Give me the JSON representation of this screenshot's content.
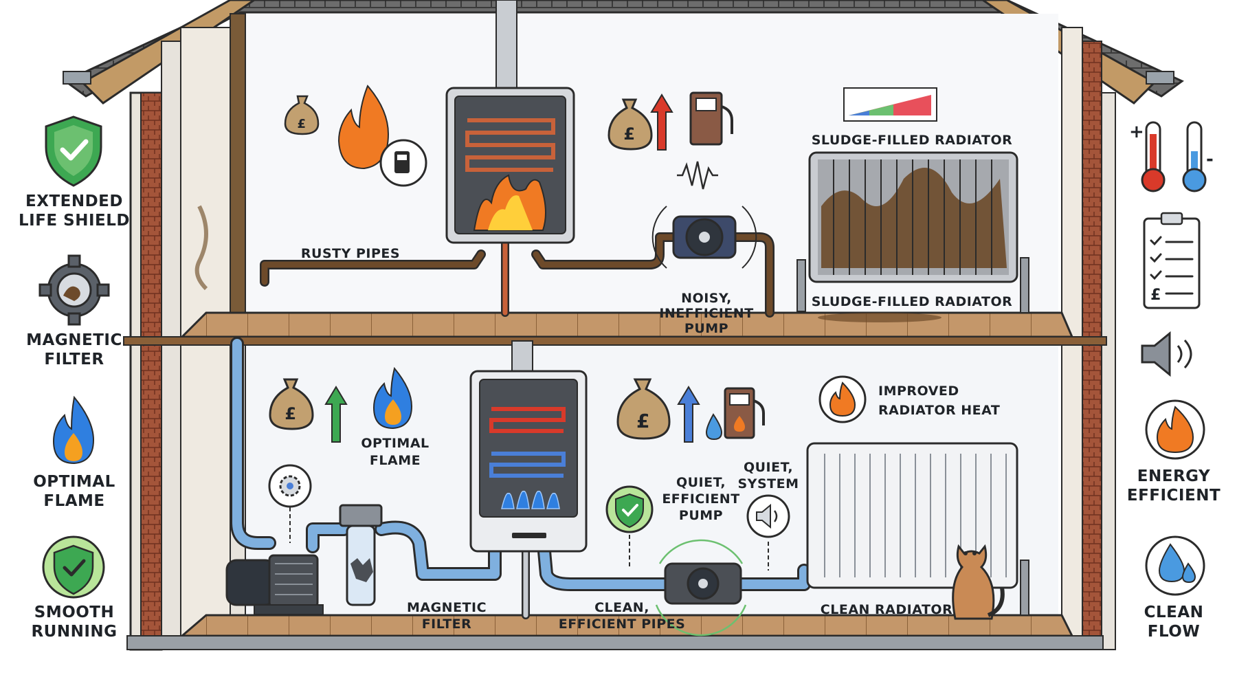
{
  "left_column": [
    {
      "id": "extended-life-shield",
      "lines": [
        "EXTENDED",
        "LIFE SHIELD"
      ],
      "icon": "shield-check-icon"
    },
    {
      "id": "magnetic-filter",
      "lines": [
        "MAGNETIC",
        "FILTER"
      ],
      "icon": "gear-icon"
    },
    {
      "id": "optimal-flame",
      "lines": [
        "OPTIMAL",
        "FLAME"
      ],
      "icon": "blue-flame-icon"
    },
    {
      "id": "smooth-running",
      "lines": [
        "SMOOTH",
        "RUNNING"
      ],
      "icon": "shield-check-icon"
    }
  ],
  "right_column": [
    {
      "id": "temperature",
      "icon": "thermometer-icon"
    },
    {
      "id": "checklist",
      "icon": "checklist-icon"
    },
    {
      "id": "quiet",
      "icon": "speaker-icon"
    },
    {
      "id": "energy-efficient",
      "lines": [
        "ENERGY",
        "EFFICIENT"
      ],
      "icon": "flame-icon"
    },
    {
      "id": "clean-flow",
      "lines": [
        "CLEAN",
        "FLOW"
      ],
      "icon": "water-drops-icon"
    }
  ],
  "upper_floor": {
    "radiator_title": "SLUDGE-FILLED RADIATOR",
    "rusty_pipes": "RUSTY PIPES",
    "noisy_pump": [
      "NOISY,",
      "INEFFICIENT",
      "PUMP"
    ],
    "sludge_radiator": "SLUDGE-FILLED RADIATOR"
  },
  "lower_floor": {
    "optimal_flame": [
      "OPTIMAL",
      "FLAME"
    ],
    "improved_heat": [
      "IMPROVED",
      "RADIATOR HEAT"
    ],
    "quiet_pump": [
      "QUIET,",
      "EFFICIENT",
      "PUMP"
    ],
    "quiet_system": [
      "QUIET,",
      "SYSTEM"
    ],
    "magnetic_filter": [
      "MAGNETIC",
      "FILTER"
    ],
    "clean_pipes": [
      "CLEAN,",
      "EFFICIENT PIPES"
    ],
    "clean_radiator": "CLEAN RADIATOR"
  },
  "symbols": {
    "currency": "£"
  },
  "colors": {
    "brick": "#a4553a",
    "wood": "#b98b5c",
    "rust": "#6d4a2a",
    "blue_pipe": "#7fb0df",
    "flame_orange": "#f07a23",
    "flame_blue": "#2f7fe0",
    "shield_green": "#3da852",
    "copper": "#c8623a"
  }
}
